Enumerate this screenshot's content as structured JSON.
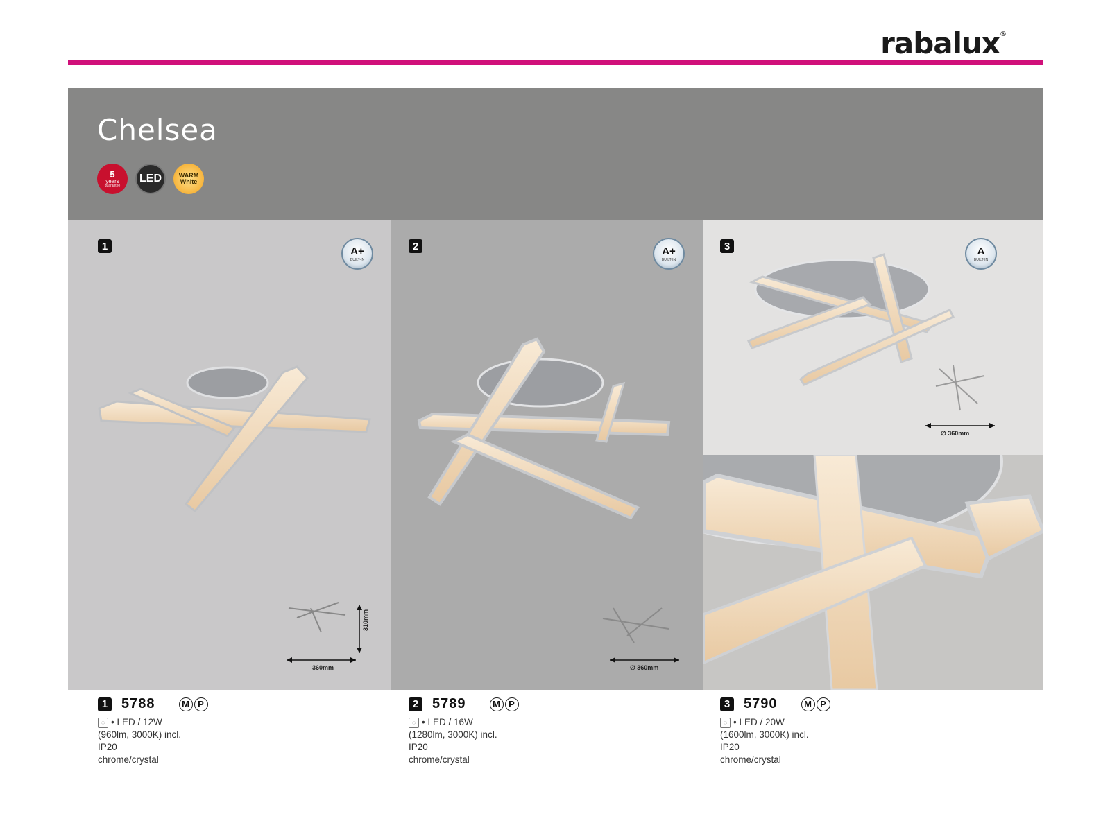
{
  "brand": {
    "logo_text": "rabalux",
    "registered": "®"
  },
  "colors": {
    "accent": "#d0107a",
    "header_bg": "#878786"
  },
  "title": "Chelsea",
  "badges": [
    {
      "icon": "guarantee-5-years-icon",
      "big": "5",
      "line1": "years",
      "line2": "guarantee"
    },
    {
      "icon": "led-icon",
      "text": "LED"
    },
    {
      "icon": "warm-white-icon",
      "line1": "WARM",
      "line2": "White"
    }
  ],
  "products": [
    {
      "num": "1",
      "energy_class": "A+",
      "energy_sub": "BUILT-IN",
      "code": "5788",
      "mp": [
        "M",
        "P"
      ],
      "line1": "• LED / 12W",
      "line2": "(960lm, 3000K) incl.",
      "line3": "IP20",
      "line4": "chrome/crystal",
      "dim_w": "360mm",
      "dim_h": "310mm"
    },
    {
      "num": "2",
      "energy_class": "A+",
      "energy_sub": "BUILT-IN",
      "code": "5789",
      "mp": [
        "M",
        "P"
      ],
      "line1": "• LED / 16W",
      "line2": "(1280lm, 3000K) incl.",
      "line3": "IP20",
      "line4": "chrome/crystal",
      "dim_w": "∅ 360mm"
    },
    {
      "num": "3",
      "energy_class": "A",
      "energy_sub": "BUILT-IN",
      "code": "5790",
      "mp": [
        "M",
        "P"
      ],
      "line1": "• LED / 20W",
      "line2": "(1600lm, 3000K) incl.",
      "line3": "IP20",
      "line4": "chrome/crystal",
      "dim_w": "∅ 360mm"
    }
  ]
}
